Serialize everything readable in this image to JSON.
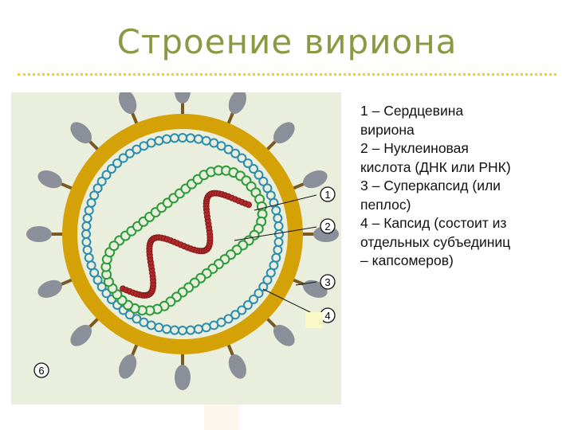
{
  "slide": {
    "title": "Строение вириона"
  },
  "figure": {
    "callouts": [
      "1",
      "2",
      "3",
      "4"
    ],
    "part_marker": "6",
    "colors": {
      "background": "#eaeedd",
      "envelope": "#d4a106",
      "capsid": "#2b8cb0",
      "nucleoprotein": "#2a9a3a",
      "nucleic_acid": "#b02a2a",
      "spike": "#8a8f99",
      "spike_stem": "#7a5a22"
    }
  },
  "legend": {
    "lines": [
      "1 – Сердцевина",
      "вириона",
      "2 – Нуклеиновая",
      "кислота (ДНК или РНК)",
      "3 – Суперкапсид (или",
      "пеплос)",
      "4 – Капсид (состоит из",
      "отдельных субъединиц",
      "– капсомеров)"
    ]
  }
}
